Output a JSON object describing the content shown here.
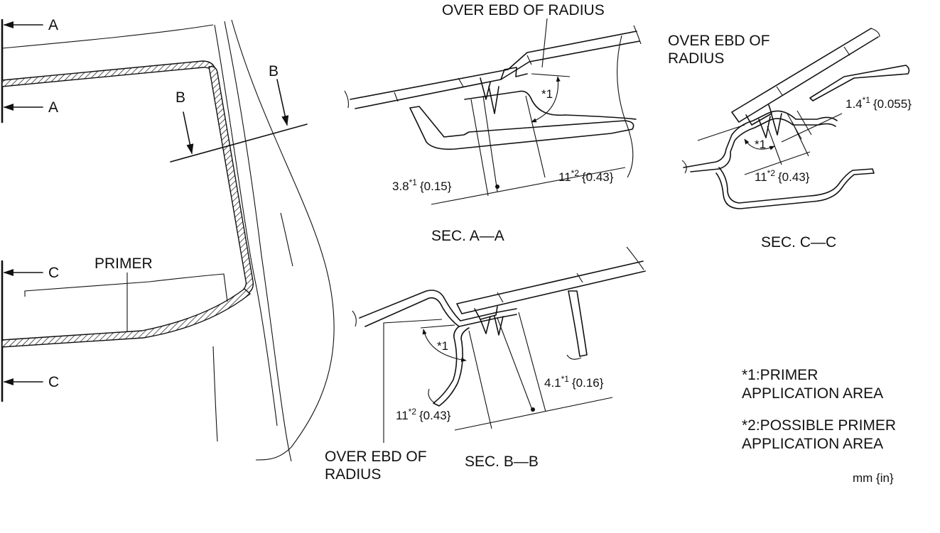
{
  "overview": {
    "arrow_a_top": "A",
    "arrow_a_bottom": "A",
    "arrow_c_top": "C",
    "arrow_c_bottom": "C",
    "cut_b_left": "B",
    "cut_b_right": "B",
    "primer_label": "PRIMER"
  },
  "section_aa": {
    "title": "SEC. A—A",
    "callout": "OVER EBD OF RADIUS",
    "angle_mark": "*1",
    "dim_left_value": "3.8",
    "dim_left_sup": "*1",
    "dim_left_inch": "{0.15}",
    "dim_right_value": "11",
    "dim_right_sup": "*2",
    "dim_right_inch": "{0.43}"
  },
  "section_cc": {
    "title": "SEC. C—C",
    "callout_line1": "OVER EBD OF",
    "callout_line2": "RADIUS",
    "angle_mark": "*1",
    "dim_top_value": "1.4",
    "dim_top_sup": "*1",
    "dim_top_inch": "{0.055}",
    "dim_bottom_value": "11",
    "dim_bottom_sup": "*2",
    "dim_bottom_inch": "{0.43}"
  },
  "section_bb": {
    "title": "SEC. B—B",
    "callout_line1": "OVER EBD OF",
    "callout_line2": "RADIUS",
    "angle_mark": "*1",
    "dim_right_value": "4.1",
    "dim_right_sup": "*1",
    "dim_right_inch": "{0.16}",
    "dim_left_value": "11",
    "dim_left_sup": "*2",
    "dim_left_inch": "{0.43}"
  },
  "legend": {
    "note1_line1": "*1:PRIMER",
    "note1_line2": "APPLICATION AREA",
    "note2_line1": "*2:POSSIBLE PRIMER",
    "note2_line2": "APPLICATION AREA",
    "units": "mm {in}"
  }
}
